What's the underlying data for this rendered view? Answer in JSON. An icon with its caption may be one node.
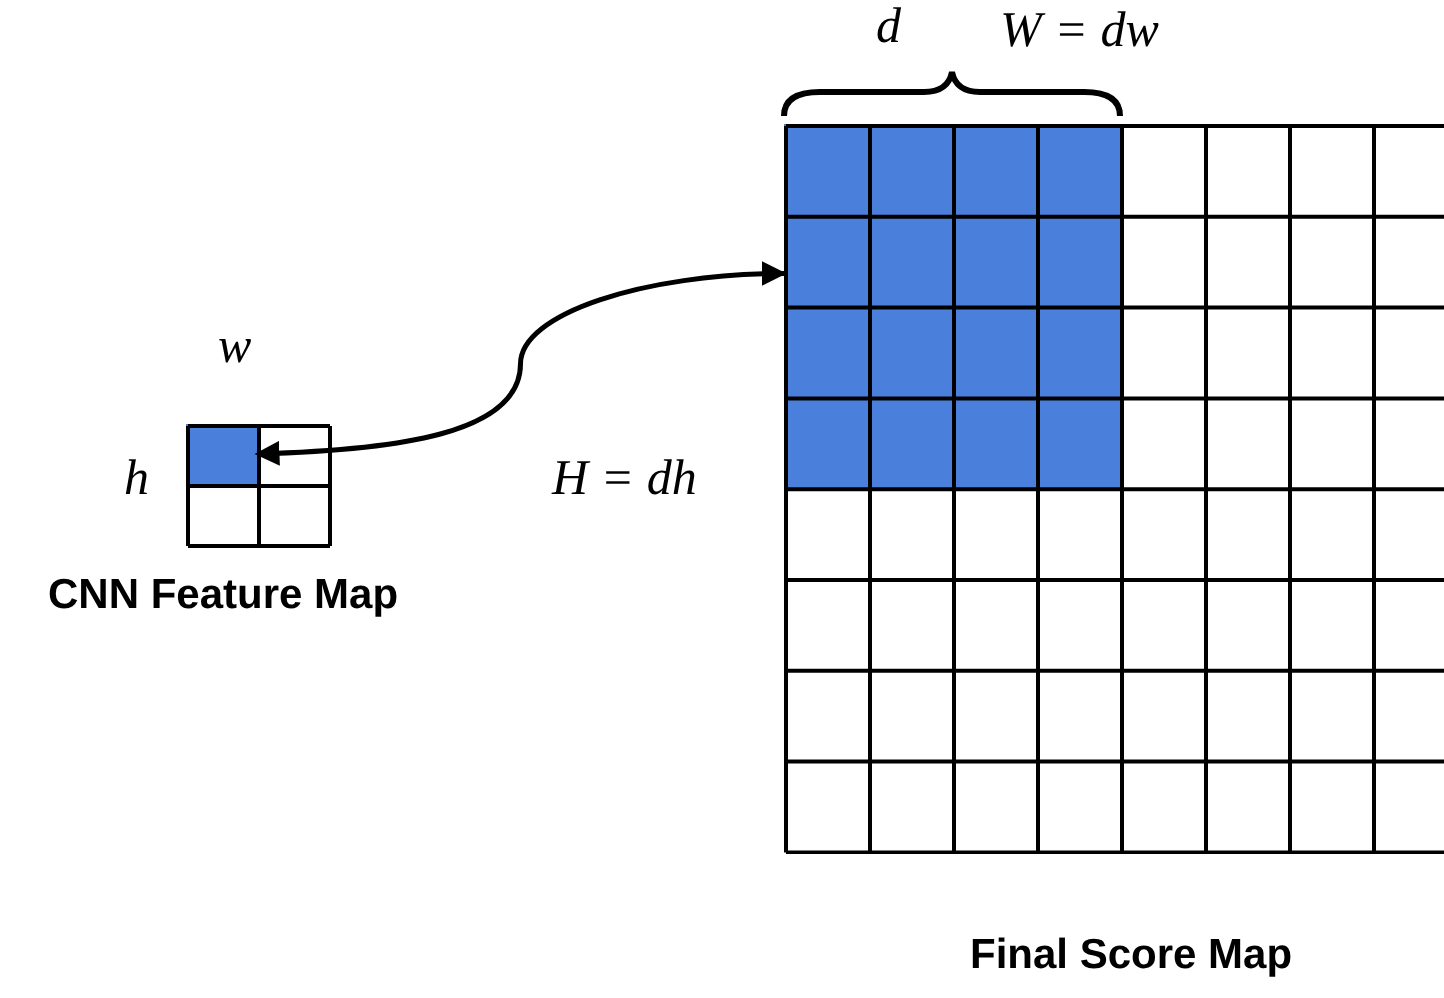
{
  "diagram": {
    "nodes": [
      {
        "text": [
          "CNN Feature Map"
        ]
      },
      {
        "text": [],
        "shape": "box",
        "in": 0
      },
      {
        "text": [
          "Final Score Map"
        ]
      },
      {
        "text": [],
        "shape": "box",
        "in": 2
      }
    ],
    "edges": [
      {
        "from": 1,
        "to": 3,
        "arrow": "both"
      }
    ],
    "labels": [
      "d",
      "W = dw",
      "w",
      "h",
      "H = dh"
    ]
  }
}
